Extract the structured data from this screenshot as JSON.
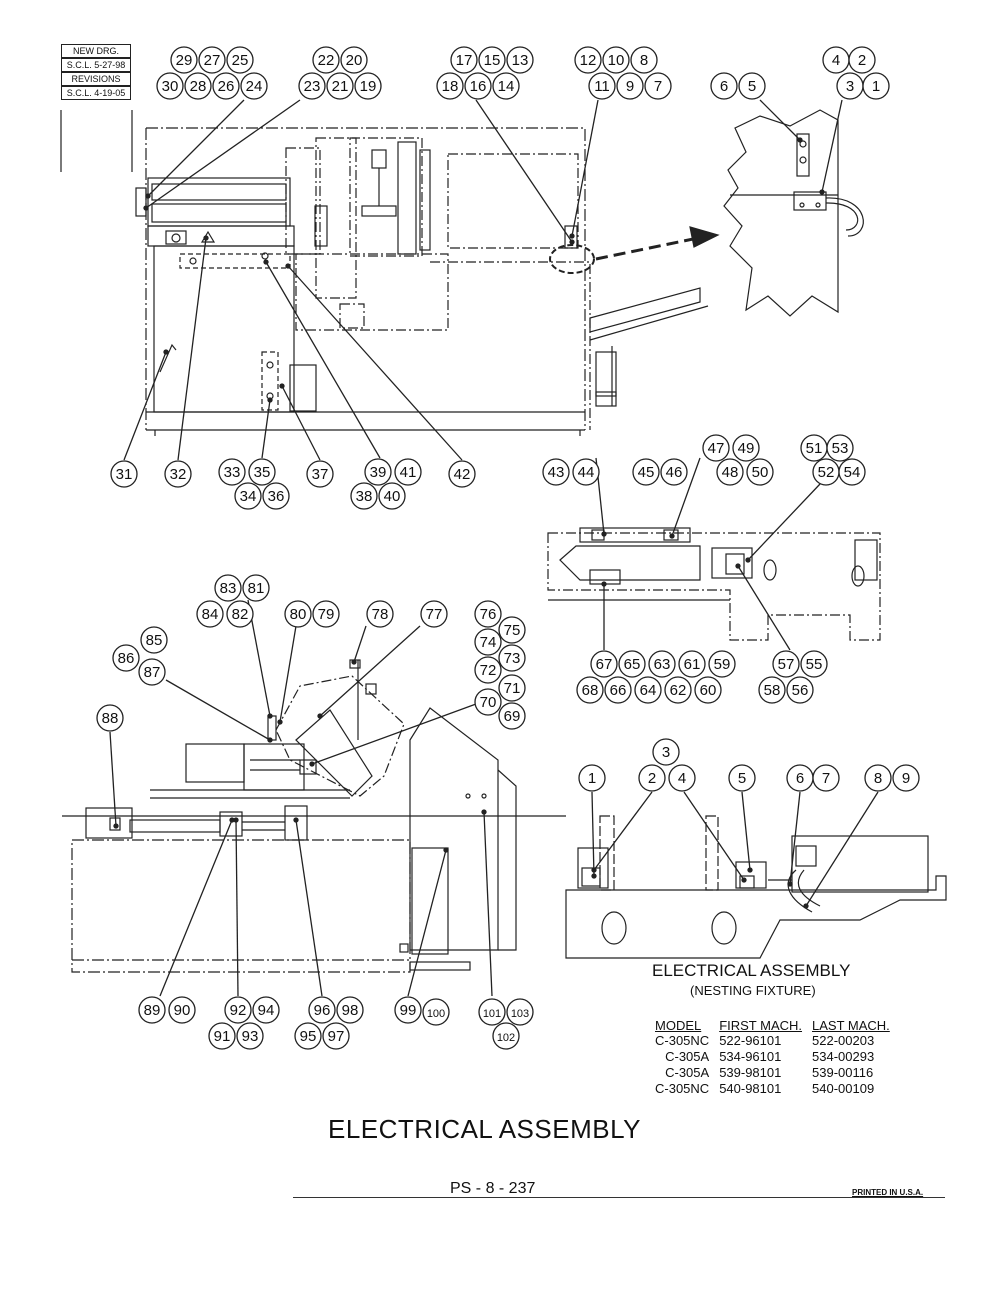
{
  "revision_block": {
    "new_drg_label": "NEW DRG.",
    "new_drg_date": "S.C.L. 5-27-98",
    "revisions_label": "REVISIONS",
    "revisions_date": "S.C.L. 4-19-05"
  },
  "callouts": {
    "main_top": [
      "29",
      "27",
      "25",
      "30",
      "28",
      "26",
      "24",
      "22",
      "20",
      "23",
      "21",
      "19",
      "17",
      "15",
      "13",
      "18",
      "16",
      "14",
      "12",
      "10",
      "8",
      "11",
      "9",
      "7"
    ],
    "detail_top": [
      "6",
      "5",
      "4",
      "2",
      "3",
      "1"
    ],
    "main_bottom": [
      "31",
      "32",
      "33",
      "35",
      "34",
      "36",
      "37",
      "39",
      "41",
      "38",
      "40",
      "42"
    ],
    "rear_view": [
      "43",
      "44",
      "45",
      "46",
      "47",
      "49",
      "48",
      "50",
      "51",
      "53",
      "52",
      "54",
      "67",
      "65",
      "63",
      "61",
      "59",
      "68",
      "66",
      "64",
      "62",
      "60",
      "57",
      "55",
      "58",
      "56"
    ],
    "front_view": [
      "83",
      "81",
      "84",
      "82",
      "80",
      "79",
      "78",
      "77",
      "76",
      "75",
      "74",
      "73",
      "72",
      "71",
      "70",
      "69",
      "85",
      "86",
      "87",
      "88",
      "89",
      "90",
      "92",
      "94",
      "91",
      "93",
      "96",
      "98",
      "95",
      "97",
      "99",
      "100",
      "101",
      "103",
      "102"
    ],
    "nesting": [
      "1",
      "2",
      "3",
      "4",
      "5",
      "6",
      "7",
      "8",
      "9"
    ]
  },
  "nesting_title": "ELECTRICAL ASSEMBLY",
  "nesting_subtitle": "(NESTING FIXTURE)",
  "model_table": {
    "headers": [
      "MODEL",
      "FIRST MACH.",
      "LAST MACH."
    ],
    "rows": [
      [
        "C-305NC",
        "522-96101",
        "522-00203"
      ],
      [
        "C-305A",
        "534-96101",
        "534-00293"
      ],
      [
        "C-305A",
        "539-98101",
        "539-00116"
      ],
      [
        "C-305NC",
        "540-98101",
        "540-00109"
      ]
    ]
  },
  "main_title": "ELECTRICAL ASSEMBLY",
  "page_number": "PS - 8 - 237",
  "printed": "PRINTED IN U.S.A.",
  "colors": {
    "ink": "#222222",
    "paper": "#ffffff"
  }
}
